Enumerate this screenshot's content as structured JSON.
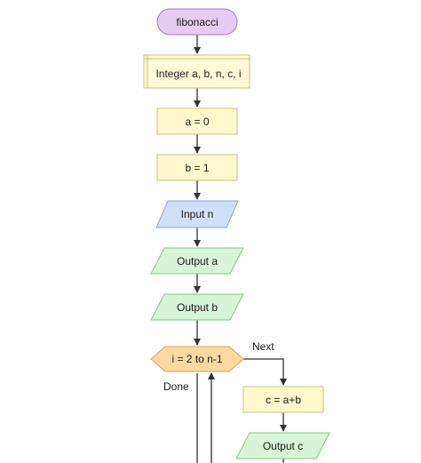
{
  "diagram": {
    "title": "fibonacci",
    "nodes": [
      {
        "id": "start",
        "shape": "terminal",
        "text": "fibonacci"
      },
      {
        "id": "declare",
        "shape": "declare",
        "text": "Integer a, b, n, c, i"
      },
      {
        "id": "assign-a",
        "shape": "assign",
        "text": "a = 0"
      },
      {
        "id": "assign-b",
        "shape": "assign",
        "text": "b = 1"
      },
      {
        "id": "input-n",
        "shape": "input",
        "text": "Input n"
      },
      {
        "id": "output-a",
        "shape": "output",
        "text": "Output a"
      },
      {
        "id": "output-b",
        "shape": "output",
        "text": "Output b"
      },
      {
        "id": "loop",
        "shape": "loop",
        "text": "i = 2 to n-1"
      },
      {
        "id": "assign-c",
        "shape": "assign",
        "text": "c = a+b"
      },
      {
        "id": "output-c",
        "shape": "output",
        "text": "Output c"
      }
    ],
    "edge_labels": {
      "next": "Next",
      "done": "Done"
    }
  },
  "colors": {
    "terminal_fill": "#e6ccf2",
    "terminal_stroke": "#a37bbf",
    "declare_fill": "#fffbd6",
    "declare_stroke": "#c9c27a",
    "assign_fill": "#fff8cc",
    "assign_stroke": "#c9c27a",
    "input_fill": "#cfe0f8",
    "input_stroke": "#8aa6d4",
    "output_fill": "#d6f5d6",
    "output_stroke": "#86c586",
    "loop_fill": "#fbd9a0",
    "loop_stroke": "#d6a356",
    "connector": "#333333"
  }
}
